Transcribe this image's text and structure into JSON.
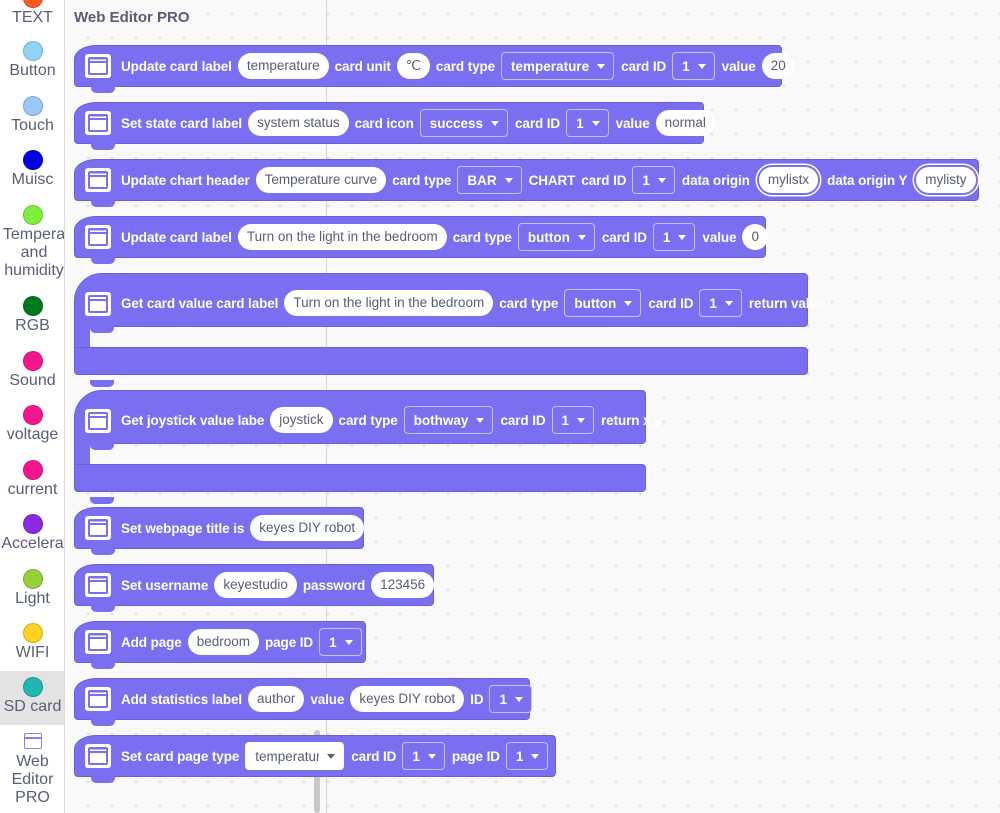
{
  "sidebar": {
    "items": [
      {
        "label": "TEXT",
        "color": "#ff5b1f"
      },
      {
        "label": "Button",
        "color": "#8fd4f7"
      },
      {
        "label": "Touch",
        "color": "#9bc8f7"
      },
      {
        "label": "Muisc",
        "color": "#0000e0"
      },
      {
        "label": "Tempera and humidity",
        "color": "#7cf03c"
      },
      {
        "label": "RGB",
        "color": "#007a1e"
      },
      {
        "label": "Sound",
        "color": "#f5168e"
      },
      {
        "label": "voltage",
        "color": "#f5168e"
      },
      {
        "label": "current",
        "color": "#f5168e"
      },
      {
        "label": "Accelera",
        "color": "#8a2be2"
      },
      {
        "label": "Light",
        "color": "#95cf3a"
      },
      {
        "label": "WIFI",
        "color": "#ffd21f"
      },
      {
        "label": "SD card",
        "color": "#1fb8b0"
      },
      {
        "label": "Web Editor PRO",
        "color": "#8a7ff0"
      }
    ]
  },
  "workspace": {
    "title": "Web Editor PRO"
  },
  "blocks": {
    "b1": {
      "t1": "Update card label",
      "label": "temperature",
      "t2": "card unit",
      "unit": "℃",
      "t3": "card type",
      "type": "temperature",
      "t4": "card ID",
      "id": "1",
      "t5": "value",
      "value": "20"
    },
    "b2": {
      "t1": "Set state card label",
      "label": "system status",
      "t2": "card icon",
      "icon": "success",
      "t3": "card ID",
      "id": "1",
      "t4": "value",
      "value": "normal"
    },
    "b3": {
      "t1": "Update chart header",
      "label": "Temperature curve",
      "t2": "card type",
      "type": "BAR",
      "t3": "CHART",
      "t4": "card ID",
      "id": "1",
      "t5": "data origin",
      "origin_x": "mylistx",
      "t6": "data origin Y",
      "origin_y": "mylisty"
    },
    "b4": {
      "t1": "Update card label",
      "label": "Turn on the light in the bedroom",
      "t2": "card type",
      "type": "button",
      "t3": "card ID",
      "id": "1",
      "t4": "value",
      "value": "0"
    },
    "b5": {
      "t1": "Get card value card label",
      "label": "Turn on the light in the bedroom",
      "t2": "card type",
      "type": "button",
      "t3": "card ID",
      "id": "1",
      "t4": "return value"
    },
    "b6": {
      "t1": "Get joystick value labe",
      "label": "joystick",
      "t2": "card type",
      "type": "bothway",
      "t3": "card ID",
      "id": "1",
      "t4": "return x,y"
    },
    "b7": {
      "t1": "Set webpage title is",
      "value": "keyes DIY robot"
    },
    "b8": {
      "t1": "Set username",
      "username": "keyestudio",
      "t2": "password",
      "password": "123456"
    },
    "b9": {
      "t1": "Add page",
      "page": "bedroom",
      "t2": "page ID",
      "id": "1"
    },
    "b10": {
      "t1": "Add statistics label",
      "label": "author",
      "t2": "value",
      "value": "keyes DIY robot",
      "t3": "ID",
      "id": "1"
    },
    "b11": {
      "t1": "Set card page type",
      "type": "temperature",
      "t2": "card ID",
      "id": "1",
      "t3": "page ID",
      "page_id": "1"
    }
  },
  "colors": {
    "block": "#7a6ff0",
    "text": "#575e75"
  }
}
